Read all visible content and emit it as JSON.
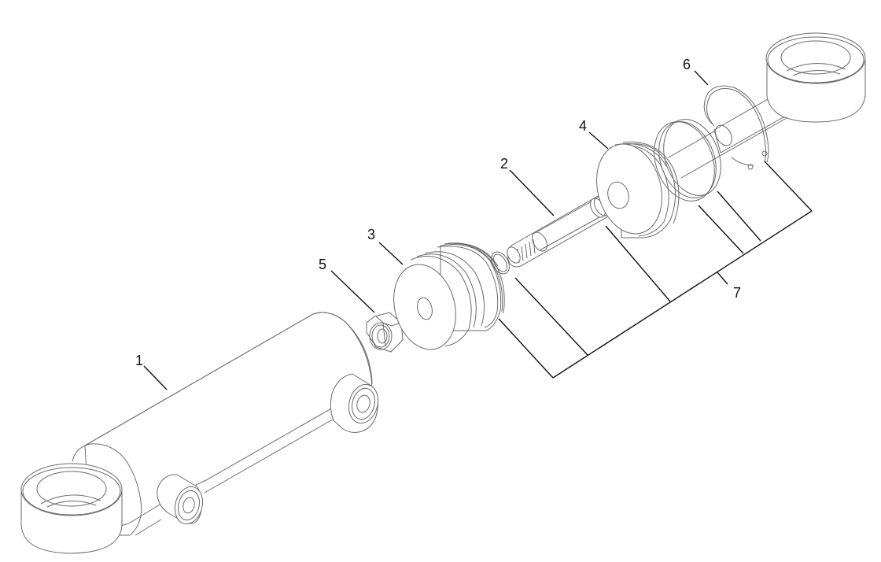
{
  "diagram": {
    "type": "exploded-parts-illustration",
    "subject": "hydraulic cylinder assembly",
    "line_color": "#6a6a6a",
    "leader_color": "#111111",
    "background": "#ffffff"
  },
  "callouts": [
    {
      "id": "1",
      "label": "1",
      "part": "cylinder-barrel"
    },
    {
      "id": "2",
      "label": "2",
      "part": "piston-rod"
    },
    {
      "id": "3",
      "label": "3",
      "part": "piston"
    },
    {
      "id": "4",
      "label": "4",
      "part": "gland-head"
    },
    {
      "id": "5",
      "label": "5",
      "part": "lock-nut"
    },
    {
      "id": "6",
      "label": "6",
      "part": "retaining-ring"
    },
    {
      "id": "7",
      "label": "7",
      "part": "seal-kit"
    }
  ]
}
